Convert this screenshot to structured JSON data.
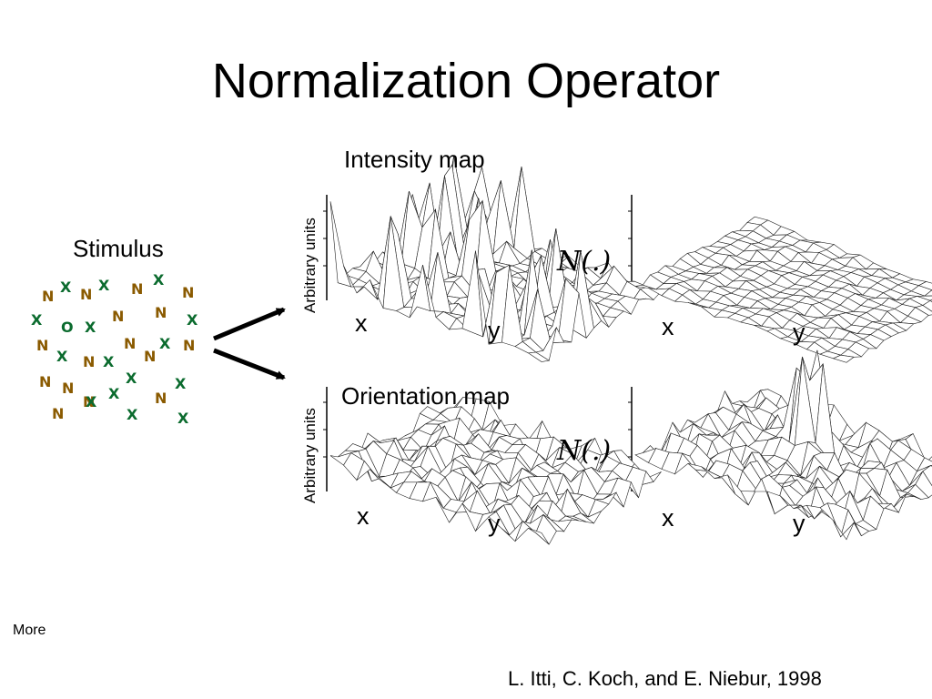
{
  "slide": {
    "title": "Normalization Operator",
    "more_label": "More",
    "citation": "L. Itti, C. Koch, and E. Niebur, 1998"
  },
  "figure": {
    "stimulus_label": "Stimulus",
    "intensity_label": "Intensity map",
    "orientation_label": "Orientation map",
    "y_axis_label": "Arbitrary units",
    "x_label": "x",
    "y_label": "y",
    "operator_label": "N(.)",
    "colors": {
      "n_letter": "#8a5a00",
      "x_letter": "#0b6b2e",
      "o_letter": "#0b6b2e"
    },
    "stimulus_items": [
      {
        "ch": "N",
        "type": "n"
      },
      {
        "ch": "X",
        "type": "x"
      },
      {
        "ch": "N",
        "type": "n"
      },
      {
        "ch": "X",
        "type": "x"
      },
      {
        "ch": "N",
        "type": "n"
      },
      {
        "ch": "X",
        "type": "x"
      },
      {
        "ch": "N",
        "type": "n"
      },
      {
        "ch": "N",
        "type": "n"
      },
      {
        "ch": "X",
        "type": "x"
      },
      {
        "ch": "O",
        "type": "o"
      },
      {
        "ch": "X",
        "type": "x"
      },
      {
        "ch": "N",
        "type": "n"
      },
      {
        "ch": "N",
        "type": "n"
      },
      {
        "ch": "X",
        "type": "x"
      },
      {
        "ch": "N",
        "type": "n"
      },
      {
        "ch": "X",
        "type": "x"
      },
      {
        "ch": "N",
        "type": "n"
      },
      {
        "ch": "N",
        "type": "n"
      },
      {
        "ch": "X",
        "type": "x"
      },
      {
        "ch": "N",
        "type": "n"
      },
      {
        "ch": "X",
        "type": "x"
      },
      {
        "ch": "N",
        "type": "n"
      },
      {
        "ch": "N",
        "type": "n"
      },
      {
        "ch": "X",
        "type": "x"
      },
      {
        "ch": "X",
        "type": "x"
      },
      {
        "ch": "N",
        "type": "n"
      },
      {
        "ch": "X",
        "type": "x"
      },
      {
        "ch": "N",
        "type": "n"
      },
      {
        "ch": "N",
        "type": "n"
      },
      {
        "ch": "X",
        "type": "x"
      },
      {
        "ch": "X",
        "type": "x"
      },
      {
        "ch": "X",
        "type": "x"
      }
    ]
  }
}
